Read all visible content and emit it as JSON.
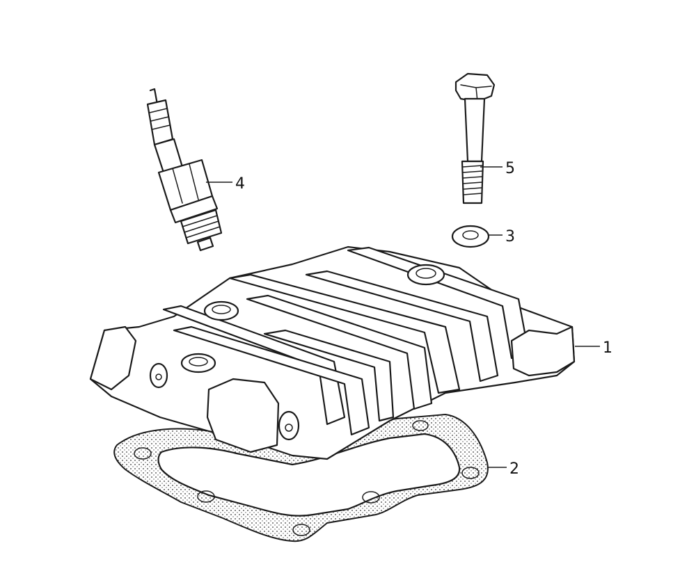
{
  "callouts": {
    "part1": "1",
    "part2": "2",
    "part3": "3",
    "part4": "4",
    "part5": "5"
  }
}
